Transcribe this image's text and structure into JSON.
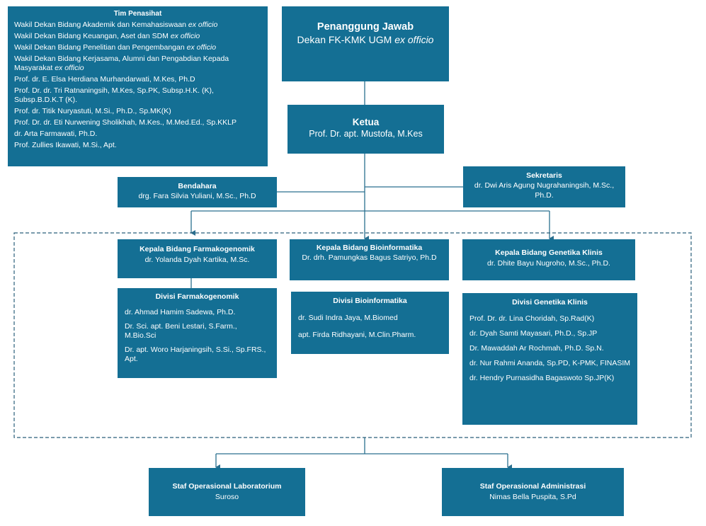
{
  "advisors": {
    "title": "Tim Penasihat",
    "items": [
      {
        "text": "Wakil Dekan Bidang Akademik dan Kemahasiswaan",
        "suffix": "ex officio"
      },
      {
        "text": "Wakil Dekan Bidang Keuangan, Aset dan SDM",
        "suffix": "ex officio"
      },
      {
        "text": "Wakil Dekan Bidang Penelitian dan Pengembangan",
        "suffix": "ex officio"
      },
      {
        "text": "Wakil Dekan Bidang Kerjasama, Alumni dan Pengabdian Kepada Masyarakat",
        "suffix": "ex officio"
      },
      {
        "text": "Prof. dr. E. Elsa Herdiana Murhandarwati, M.Kes, Ph.D",
        "suffix": ""
      },
      {
        "text": "Prof. Dr. dr. Tri Ratnaningsih, M.Kes, Sp.PK, Subsp.H.K. (K), Subsp.B.D.K.T (K).",
        "suffix": ""
      },
      {
        "text": "Prof. dr. Titik Nuryastuti, M.Si., Ph.D., Sp.MK(K)",
        "suffix": ""
      },
      {
        "text": "Prof. Dr. dr. Eti Nurwening Sholikhah, M.Kes., M.Med.Ed., Sp.KKLP",
        "suffix": ""
      },
      {
        "text": "dr. Arta Farmawati, Ph.D.",
        "suffix": ""
      },
      {
        "text": "Prof. Zullies Ikawati, M.Si., Apt.",
        "suffix": ""
      }
    ]
  },
  "responsible": {
    "title": "Penanggung Jawab",
    "line": "Dekan FK-KMK UGM",
    "suffix": "ex officio"
  },
  "chair": {
    "title": "Ketua",
    "name": "Prof. Dr. apt. Mustofa, M.Kes"
  },
  "treasurer": {
    "title": "Bendahara",
    "name": "drg. Fara Silvia Yuliani, M.Sc., Ph.D"
  },
  "secretary": {
    "title": "Sekretaris",
    "name": "dr. Dwi Aris Agung Nugrahaningsih, M.Sc., Ph.D."
  },
  "heads": [
    {
      "title": "Kepala Bidang Farmakogenomik",
      "name": "dr. Yolanda Dyah Kartika, M.Sc."
    },
    {
      "title": "Kepala Bidang Bioinformatika",
      "name": "Dr. drh. Pamungkas Bagus Satriyo, Ph.D"
    },
    {
      "title": "Kepala Bidang Genetika Klinis",
      "name": "dr. Dhite Bayu Nugroho, M.Sc., Ph.D."
    }
  ],
  "divisions": [
    {
      "title": "Divisi Farmakogenomik",
      "members": [
        "dr. Ahmad Hamim Sadewa, Ph.D.",
        "Dr. Sci. apt. Beni Lestari, S.Farm., M.Bio.Sci",
        "Dr. apt. Woro Harjaningsih, S.Si., Sp.FRS., Apt."
      ]
    },
    {
      "title": "Divisi Bioinformatika",
      "members": [
        "dr. Sudi Indra Jaya, M.Biomed",
        "apt. Firda Ridhayani, M.Clin.Pharm."
      ]
    },
    {
      "title": "Divisi Genetika Klinis",
      "members": [
        "Prof. Dr. dr. Lina Choridah, Sp.Rad(K)",
        "dr. Dyah Samti Mayasari, Ph.D., Sp.JP",
        "Dr. Mawaddah Ar Rochmah, Ph.D. Sp.N.",
        "dr. Nur Rahmi Ananda, Sp.PD, K-PMK, FINASIM",
        "dr. Hendry Purnasidha Bagaswoto Sp.JP(K)"
      ]
    }
  ],
  "staff": [
    {
      "title": "Staf Operasional Laboratorium",
      "name": "Suroso"
    },
    {
      "title": "Staf Operasional Administrasi",
      "name": "Nimas Bella Puspita, S.Pd"
    }
  ],
  "colors": {
    "box": "#146f94",
    "line": "#2a6f8f"
  }
}
